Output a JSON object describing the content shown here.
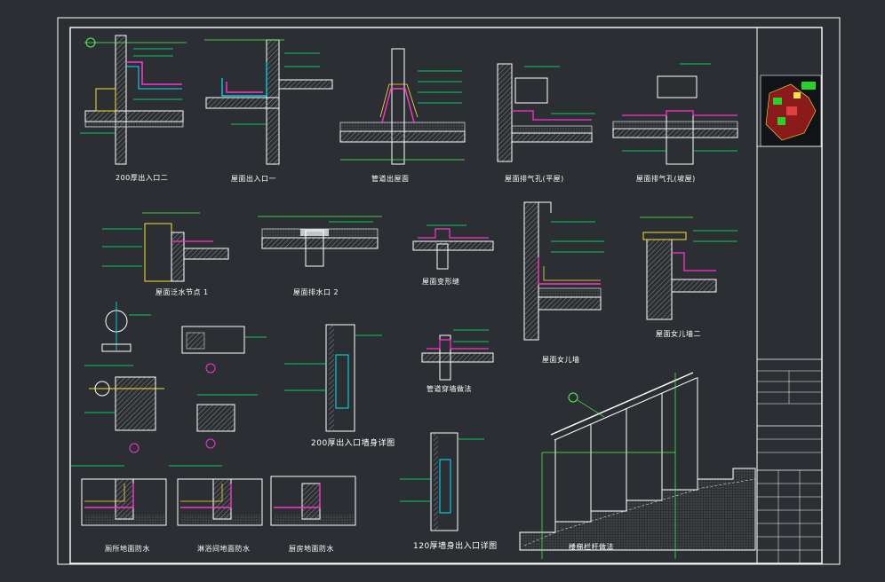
{
  "drawing": {
    "background": "#2b2f33",
    "colors": {
      "frame": "#ffffff",
      "dim": "#4cff4c",
      "leader": "#00ff66",
      "line": "#ffffff",
      "hatch": "#c8c8c8",
      "accent_cyan": "#00e5ff",
      "accent_magenta": "#ff33cc",
      "accent_yellow": "#ffe033",
      "accent_red": "#ff4040",
      "accent_blue": "#4aa3ff"
    }
  },
  "details": {
    "d1": {
      "caption": "200厚出入口二"
    },
    "d2": {
      "caption": "屋面出入口一"
    },
    "d3": {
      "caption": "管道出屋面"
    },
    "d4": {
      "caption": "屋面排气孔(平屋)"
    },
    "d5": {
      "caption": "屋面排气孔(坡屋)"
    },
    "d6": {
      "caption": "屋面泛水节点 1"
    },
    "d7": {
      "caption": "屋面排水口 2"
    },
    "d8": {
      "caption": "屋面变形缝"
    },
    "d9": {
      "caption": "屋面女儿墙"
    },
    "d10": {
      "caption": "屋面女儿墙二"
    },
    "d13": {
      "caption": "200厚出入口墙身详图"
    },
    "d14": {
      "caption": "管道穿墙做法"
    },
    "d15": {
      "caption": "厕所地面防水"
    },
    "d16": {
      "caption": "淋浴间地面防水"
    },
    "d17": {
      "caption": "厨房地面防水"
    },
    "d18": {
      "caption": "120厚墙身出入口详图"
    },
    "d19": {
      "caption": "楼梯栏杆做法"
    }
  },
  "title_block": {
    "header": "",
    "row_labels": []
  }
}
